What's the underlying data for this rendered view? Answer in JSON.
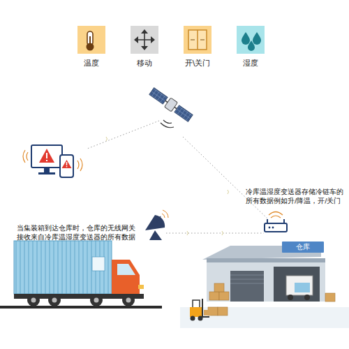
{
  "diagram": {
    "nodes": [
      {
        "text": [
          "温度"
        ]
      },
      {
        "text": [
          "移动"
        ]
      },
      {
        "text": [
          "开\\关门"
        ]
      },
      {
        "text": [
          "湿度"
        ]
      },
      {
        "text": [
          "仓库"
        ]
      }
    ],
    "labels": [
      "冷库温湿度变送器存储冷链车的所有数据例如升/降温，开/关门",
      "当集装箱到达仓库时，仓库的无线网关接收来自冷库温湿度变送器的所有数据"
    ]
  }
}
